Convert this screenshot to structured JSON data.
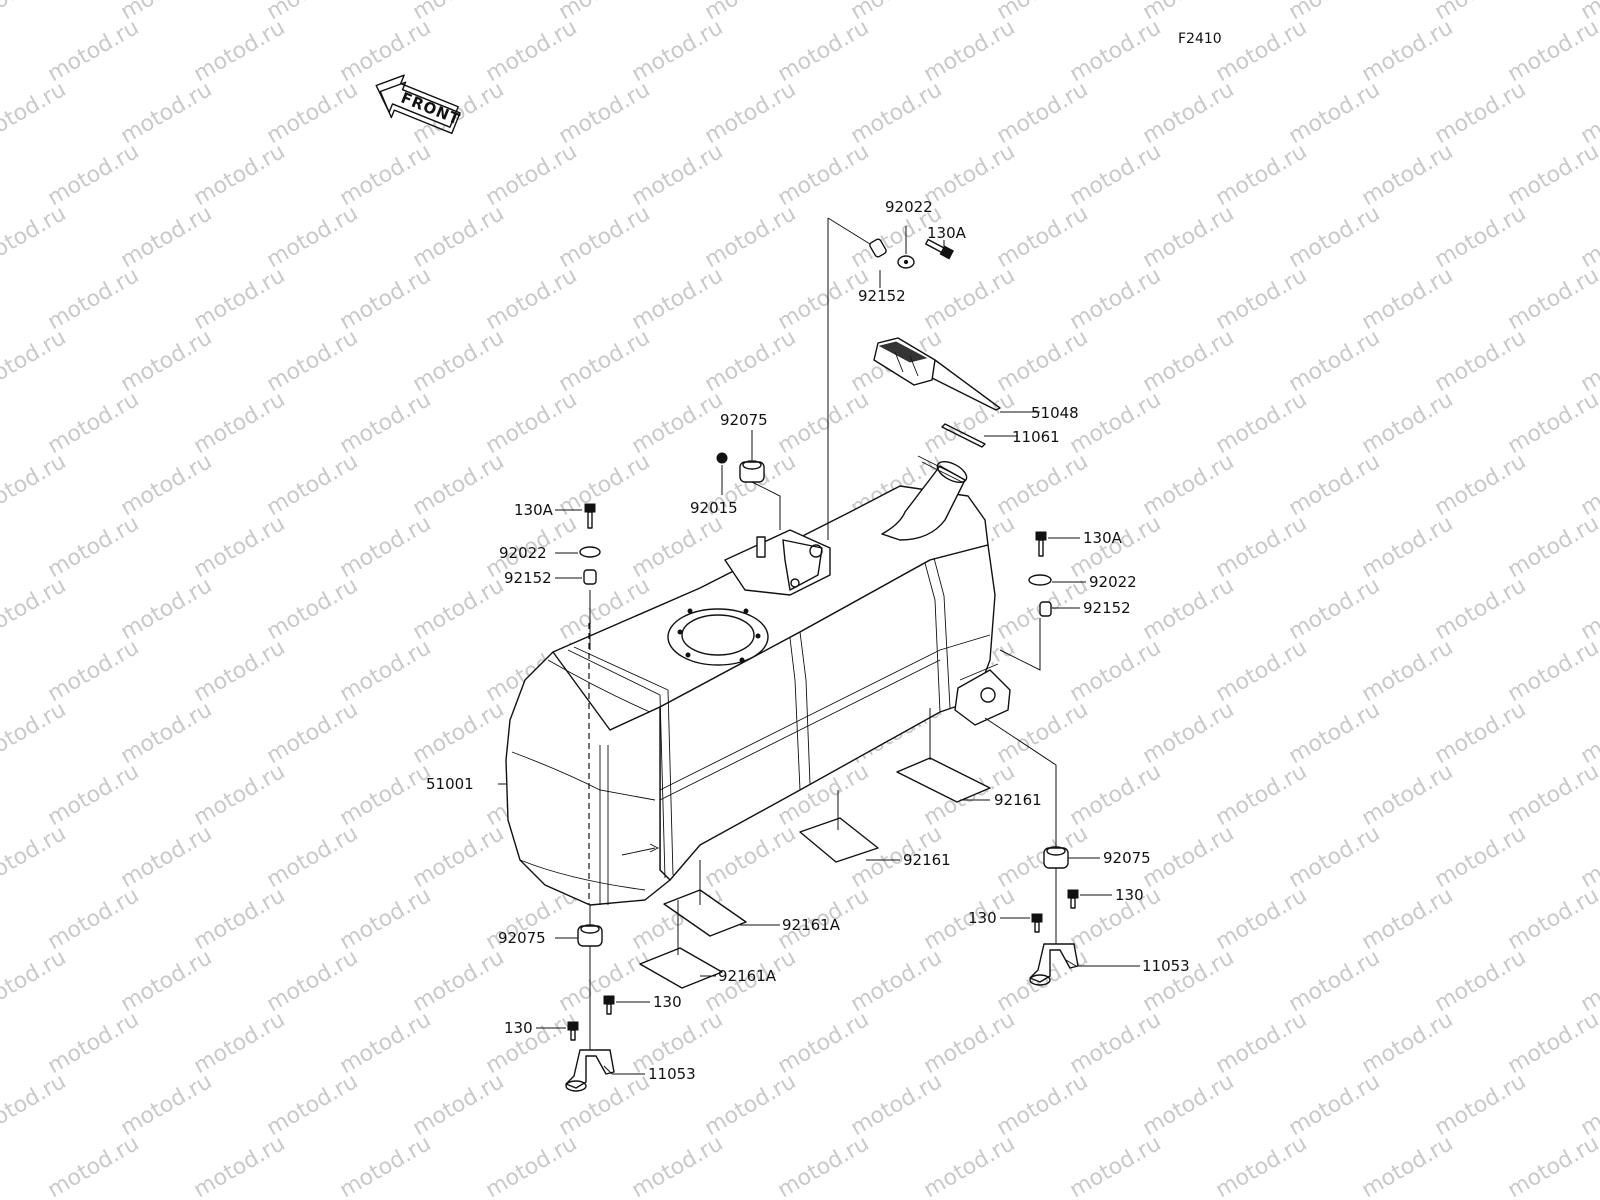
{
  "diagram_code": "F2410",
  "front_label": "FRONT",
  "watermark_text": "motod.ru",
  "parts": [
    {
      "id": "p-92022-top",
      "part": "92022"
    },
    {
      "id": "p-130a-top",
      "part": "130A"
    },
    {
      "id": "p-92152-top",
      "part": "92152"
    },
    {
      "id": "p-51048",
      "part": "51048"
    },
    {
      "id": "p-11061",
      "part": "11061"
    },
    {
      "id": "p-92075-top",
      "part": "92075"
    },
    {
      "id": "p-92015",
      "part": "92015"
    },
    {
      "id": "p-130a-left",
      "part": "130A"
    },
    {
      "id": "p-92022-left",
      "part": "92022"
    },
    {
      "id": "p-92152-left",
      "part": "92152"
    },
    {
      "id": "p-130a-right",
      "part": "130A"
    },
    {
      "id": "p-92022-right",
      "part": "92022"
    },
    {
      "id": "p-92152-right",
      "part": "92152"
    },
    {
      "id": "p-51001",
      "part": "51001"
    },
    {
      "id": "p-92161-a",
      "part": "92161"
    },
    {
      "id": "p-92161-b",
      "part": "92161"
    },
    {
      "id": "p-92075-right",
      "part": "92075"
    },
    {
      "id": "p-130-right-a",
      "part": "130"
    },
    {
      "id": "p-130-right-b",
      "part": "130"
    },
    {
      "id": "p-92161a-a",
      "part": "92161A"
    },
    {
      "id": "p-92161a-b",
      "part": "92161A"
    },
    {
      "id": "p-11053-right",
      "part": "11053"
    },
    {
      "id": "p-92075-left",
      "part": "92075"
    },
    {
      "id": "p-130-left-a",
      "part": "130"
    },
    {
      "id": "p-130-left-b",
      "part": "130"
    },
    {
      "id": "p-11053-left",
      "part": "11053"
    }
  ]
}
